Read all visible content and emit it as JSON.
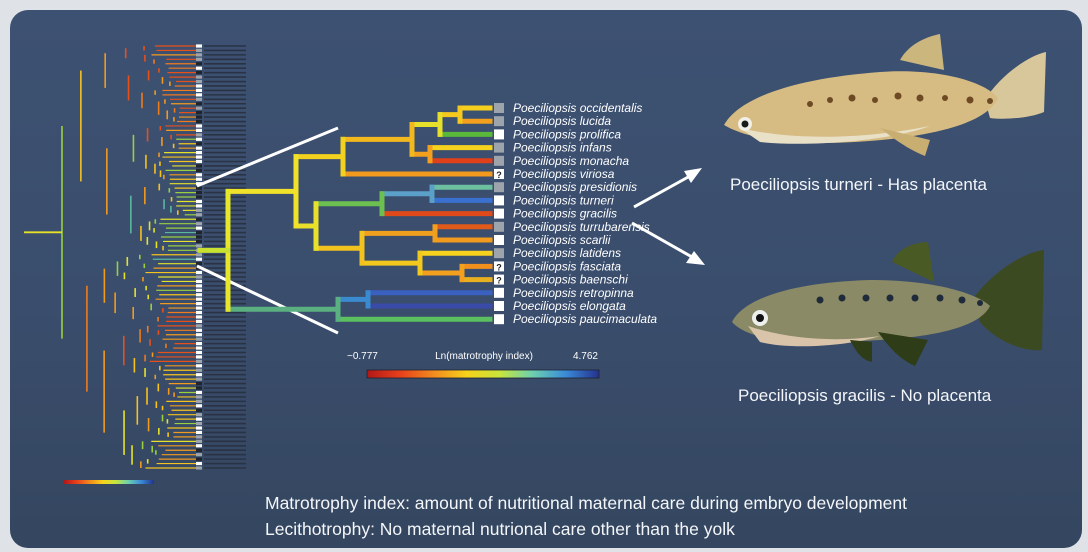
{
  "species": [
    {
      "name": "Poeciliopsis occidentalis",
      "mark": "gray",
      "q": false
    },
    {
      "name": "Poeciliopsis lucida",
      "mark": "gray",
      "q": false
    },
    {
      "name": "Poeciliopsis prolifica",
      "mark": "white",
      "q": false
    },
    {
      "name": "Poeciliopsis infans",
      "mark": "gray",
      "q": false
    },
    {
      "name": "Poeciliopsis monacha",
      "mark": "gray",
      "q": false
    },
    {
      "name": "Poeciliopsis viriosa",
      "mark": "white",
      "q": true
    },
    {
      "name": "Poeciliopsis presidionis",
      "mark": "gray",
      "q": false
    },
    {
      "name": "Poeciliopsis turneri",
      "mark": "white",
      "q": false
    },
    {
      "name": "Poeciliopsis gracilis",
      "mark": "white",
      "q": false
    },
    {
      "name": "Poeciliopsis turrubarensis",
      "mark": "gray",
      "q": false
    },
    {
      "name": "Poeciliopsis scarlii",
      "mark": "white",
      "q": false
    },
    {
      "name": "Poeciliopsis latidens",
      "mark": "gray",
      "q": false
    },
    {
      "name": "Poeciliopsis fasciata",
      "mark": "white",
      "q": true
    },
    {
      "name": "Poeciliopsis baenschi",
      "mark": "white",
      "q": true
    },
    {
      "name": "Poeciliopsis retropinna",
      "mark": "white",
      "q": false
    },
    {
      "name": "Poeciliopsis elongata",
      "mark": "white",
      "q": false
    },
    {
      "name": "Poeciliopsis paucimaculata",
      "mark": "white",
      "q": false
    }
  ],
  "question_mark": "?",
  "colorbar": {
    "label": "Ln(matrotrophy index)",
    "min_label": "−0.777",
    "max_label": "4.762",
    "stops": [
      "#b01818",
      "#e8401a",
      "#f28a1e",
      "#f6d21a",
      "#c8e63c",
      "#6cd0b0",
      "#3a8ad8",
      "#24328c"
    ]
  },
  "fish": [
    {
      "caption": "Poeciliopsis turneri  -  Has placenta"
    },
    {
      "caption": "Poeciliopsis gracilis  -  No placenta"
    }
  ],
  "footnote": [
    "Matrotrophy index: amount of nutritional maternal care during embryo development",
    "Lecithotrophy: No maternal nutrional care other than the yolk"
  ],
  "colors": {
    "background": "#3b4e6e",
    "text": "#ffffff",
    "gray_box": "#9ea4ab",
    "white_box": "#ffffff"
  }
}
